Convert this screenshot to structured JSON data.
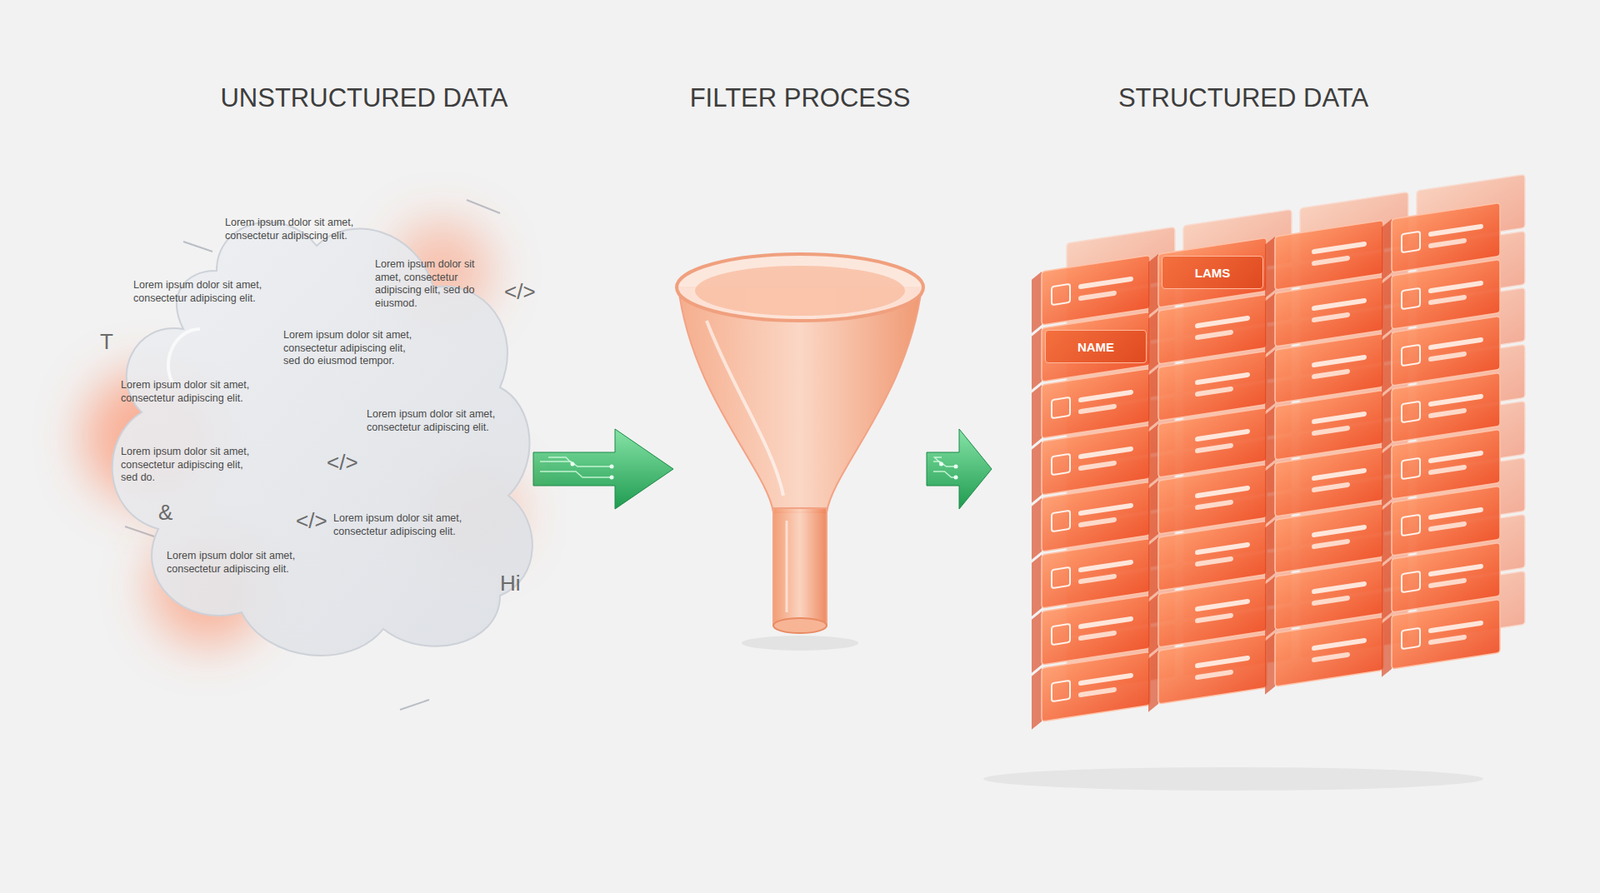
{
  "diagram": {
    "nodes": [
      {
        "text": [
          "UNSTRUCTURED DATA",
          "Lorem ipsum dolor sit amet, consectetur adipiscing elit.",
          "Lorem ipsum dolor sit amet, consectetur adipiscing elit, sed do eiusmod.",
          "Lorem ipsum dolor sit amet, consectetur adipiscing elit.",
          "Lorem ipsum dolor sit amet, consectetur adipiscing elit, sed do eiusmod tempor.",
          "Lorem ipsum dolor sit amet, consectetur adipiscing elit.",
          "Lorem ipsum dolor sit amet, consectetur adipiscing elit.",
          "Lorem ipsum dolor sit amet, consectetur adipiscing elit, sed do.",
          "Lorem ipsum dolor sit amet, consectetur adipiscing elit.",
          "Lorem ipsum dolor sit amet, consectetur adipiscing elit."
        ]
      },
      {
        "text": [
          "FILTER PROCESS"
        ]
      },
      {
        "text": [
          "STRUCTURED DATA"
        ]
      },
      {
        "text": [
          "NAME"
        ],
        "in": 2
      },
      {
        "text": [
          "LAMS"
        ],
        "in": 2
      }
    ],
    "edges": [
      {
        "from": 0,
        "to": 1,
        "arrow": "to"
      },
      {
        "from": 1,
        "to": 2,
        "arrow": "to"
      }
    ],
    "labels": [
      "</>",
      "T",
      "</>",
      "&",
      "</>",
      "Hi"
    ]
  }
}
